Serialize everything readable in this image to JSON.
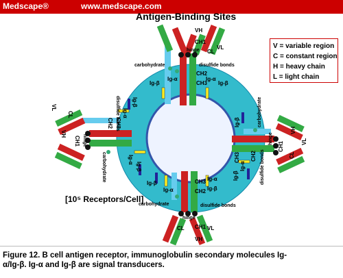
{
  "header": {
    "brand": "Medscape®",
    "site": "www.medscape.com"
  },
  "diagram": {
    "title": "Antigen-Binding Sites",
    "legend": [
      "V = variable region",
      "C = constant region",
      "H = heavy chain",
      "L = light chain"
    ],
    "receptor_count": "[10⁵ Receptors/Cell]",
    "labels": {
      "vh": "VH",
      "vl": "VL",
      "ch1": "CH1",
      "ch2": "CH2",
      "ch3": "CH3",
      "cl": "CL",
      "hinge": "hinge",
      "carbohydrate": "carbohydrate",
      "disulfide": "disulfide bonds",
      "ig_alpha": "Ig-α",
      "ig_beta": "Ig-β"
    }
  },
  "caption": {
    "line1": "Figure 12. B cell antigen receptor, immunoglobulin secondary molecules Ig-",
    "line2": "α/Ig-β. Ig-α and Ig-β are signal transducers."
  },
  "colors": {
    "banner": "#cc0000",
    "membrane": "#33bbcc",
    "heavy_chain": "#cc2222",
    "light_chain": "#33aa44",
    "variable_light": "#66ccee",
    "ig_alpha": "#ffee22",
    "ig_beta": "#222299"
  }
}
